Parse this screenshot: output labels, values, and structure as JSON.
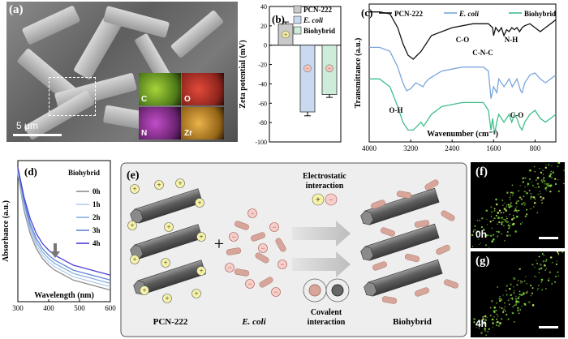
{
  "panels": {
    "a": "(a)",
    "b": "(b)",
    "c": "(c)",
    "d": "(d)",
    "e": "(e)",
    "f": "(f)",
    "g": "(g)"
  },
  "sem": {
    "scale_bar": "5 μm",
    "maps": [
      {
        "label": "C",
        "color": "#7fb72e"
      },
      {
        "label": "O",
        "color": "#c5372c"
      },
      {
        "label": "N",
        "color": "#a03aa8"
      },
      {
        "label": "Zr",
        "color": "#d09a2a"
      }
    ]
  },
  "zeta": {
    "legend": [
      "PCN-222",
      "E. coli",
      "Biohybrid"
    ],
    "ylabel": "Zeta potential (mV)",
    "signs": [
      "+",
      "−",
      "−"
    ]
  },
  "ftir": {
    "legend": [
      "PCN-222",
      "E. coli",
      "Biohybrid"
    ],
    "xlabel": "Wavenumber (cm⁻¹)",
    "ylabel": "Transmittance (a.u.)",
    "annotations": [
      "C-O",
      "N-H",
      "C-N-C",
      "O-H",
      "C-O"
    ]
  },
  "uv": {
    "title": "Biohybrid",
    "legend": [
      "0h",
      "1h",
      "2h",
      "3h",
      "4h"
    ],
    "xlabel": "Wavelength (nm)",
    "ylabel": "Absorbance (a.u.)"
  },
  "scheme": {
    "labels": {
      "pcn": "PCN-222",
      "ecoli": "E. coli",
      "biohybrid": "Biohybrid",
      "electrostatic": "Electrostatic\ninteraction",
      "covalent": "Covalent\ninteraction"
    }
  },
  "fluo": {
    "f_time": "0h",
    "g_time": "4h"
  },
  "chart_data": [
    {
      "type": "bar",
      "title": "",
      "categories": [
        "PCN-222",
        "E. coli",
        "Biohybrid"
      ],
      "values": [
        22,
        -69,
        -51
      ],
      "errors": [
        2,
        4,
        3
      ],
      "ylabel": "Zeta potential (mV)",
      "ylim": [
        -100,
        40
      ],
      "yticks": [
        -100,
        -80,
        -60,
        -40,
        -20,
        0,
        20,
        40
      ],
      "colors": [
        "#c9c9c9",
        "#c9daf0",
        "#cdecd9"
      ],
      "legend": "top-right"
    },
    {
      "type": "line",
      "title": "",
      "xlabel": "Wavenumber (cm⁻¹)",
      "ylabel": "Transmittance (a.u.)",
      "xlim": [
        4000,
        400
      ],
      "xticks": [
        4000,
        3200,
        2400,
        1600,
        800
      ],
      "series": [
        {
          "name": "PCN-222",
          "color": "#111111",
          "x": [
            4000,
            3800,
            3600,
            3450,
            3350,
            3250,
            3150,
            3000,
            2800,
            2400,
            2000,
            1800,
            1700,
            1620,
            1600,
            1560,
            1500,
            1450,
            1400,
            1350,
            1300,
            1250,
            1200,
            1150,
            1100,
            1050,
            1000,
            900,
            800,
            700,
            600,
            500,
            400
          ],
          "y": [
            96,
            96,
            95,
            88,
            80,
            74,
            72,
            76,
            84,
            88,
            90,
            90,
            90,
            88,
            84,
            88,
            86,
            88,
            84,
            87,
            86,
            88,
            87,
            88,
            86,
            88,
            89,
            90,
            88,
            86,
            88,
            90,
            92
          ]
        },
        {
          "name": "E. coli",
          "color": "#7aa6dc",
          "x": [
            4000,
            3800,
            3600,
            3450,
            3350,
            3280,
            3200,
            3100,
            2960,
            2920,
            2850,
            2600,
            2200,
            1800,
            1700,
            1650,
            1600,
            1540,
            1500,
            1450,
            1400,
            1300,
            1240,
            1150,
            1080,
            1050,
            1000,
            900,
            800,
            700,
            600,
            500,
            400
          ],
          "y": [
            78,
            78,
            76,
            68,
            60,
            56,
            57,
            60,
            58,
            60,
            62,
            66,
            68,
            68,
            66,
            52,
            58,
            55,
            62,
            60,
            58,
            62,
            58,
            62,
            56,
            55,
            60,
            64,
            65,
            62,
            60,
            62,
            64
          ]
        },
        {
          "name": "Biohybrid",
          "color": "#3fbf8a",
          "x": [
            4000,
            3800,
            3600,
            3450,
            3350,
            3250,
            3150,
            3000,
            2950,
            2900,
            2800,
            2600,
            2200,
            1800,
            1700,
            1650,
            1620,
            1580,
            1540,
            1500,
            1450,
            1400,
            1300,
            1250,
            1200,
            1150,
            1100,
            1050,
            1000,
            900,
            800,
            700,
            600,
            500,
            400
          ],
          "y": [
            62,
            62,
            58,
            48,
            40,
            36,
            36,
            40,
            38,
            40,
            44,
            48,
            50,
            50,
            46,
            36,
            42,
            34,
            40,
            44,
            42,
            40,
            44,
            40,
            44,
            42,
            38,
            36,
            40,
            44,
            46,
            42,
            40,
            42,
            44
          ]
        }
      ],
      "legend": "top"
    },
    {
      "type": "line",
      "title": "Biohybrid",
      "xlabel": "Wavelength (nm)",
      "ylabel": "Absorbance (a.u.)",
      "xlim": [
        300,
        600
      ],
      "xticks": [
        300,
        400,
        500,
        600
      ],
      "series": [
        {
          "name": "0h",
          "color": "#8c8c8c",
          "x": [
            300,
            320,
            340,
            360,
            380,
            400,
            420,
            440,
            460,
            480,
            500,
            520,
            540,
            560,
            580,
            600
          ],
          "y": [
            92,
            70,
            56,
            47,
            41,
            37,
            34,
            32,
            30,
            28,
            27,
            26,
            25,
            24,
            23,
            22
          ]
        },
        {
          "name": "1h",
          "color": "#b5cde8",
          "x": [
            300,
            320,
            340,
            360,
            380,
            400,
            420,
            440,
            460,
            480,
            500,
            520,
            540,
            560,
            580,
            600
          ],
          "y": [
            93,
            72,
            58,
            49,
            43,
            39,
            36,
            34,
            32,
            30,
            29,
            28,
            27,
            26,
            25,
            24
          ]
        },
        {
          "name": "2h",
          "color": "#86aee0",
          "x": [
            300,
            320,
            340,
            360,
            380,
            400,
            420,
            440,
            460,
            480,
            500,
            520,
            540,
            560,
            580,
            600
          ],
          "y": [
            94,
            74,
            60,
            51,
            45,
            41,
            38,
            36,
            34,
            32,
            31,
            30,
            29,
            28,
            27,
            26
          ]
        },
        {
          "name": "3h",
          "color": "#5f86d2",
          "x": [
            300,
            320,
            340,
            360,
            380,
            400,
            420,
            440,
            460,
            480,
            500,
            520,
            540,
            560,
            580,
            600
          ],
          "y": [
            95,
            76,
            62,
            53,
            47,
            43,
            40,
            38,
            36,
            34,
            33,
            32,
            31,
            30,
            29,
            28
          ]
        },
        {
          "name": "4h",
          "color": "#4b3fd8",
          "x": [
            300,
            320,
            340,
            360,
            380,
            400,
            420,
            440,
            460,
            480,
            500,
            520,
            540,
            560,
            580,
            600
          ],
          "y": [
            96,
            78,
            65,
            56,
            50,
            46,
            43,
            41,
            39,
            37,
            36,
            35,
            34,
            33,
            32,
            31
          ]
        }
      ],
      "legend": "right"
    }
  ]
}
